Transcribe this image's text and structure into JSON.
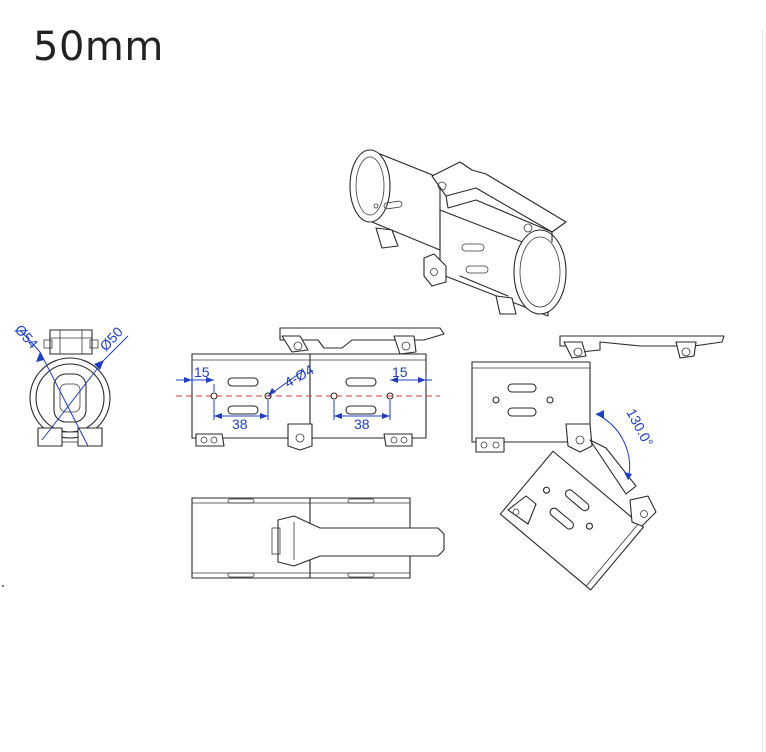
{
  "title": "50mm",
  "dimensions": {
    "outer_diameter": "Ø54",
    "inner_diameter": "Ø50",
    "edge_offset_left": "15",
    "edge_offset_right": "15",
    "hole_spacing_left": "38",
    "hole_spacing_right": "38",
    "hole_callout": "4-Ø4",
    "fold_angle": "130.0°"
  },
  "colors": {
    "outline": "#2a2a2a",
    "dimension": "#1f3fbf",
    "centerline": "#d33a3a"
  }
}
